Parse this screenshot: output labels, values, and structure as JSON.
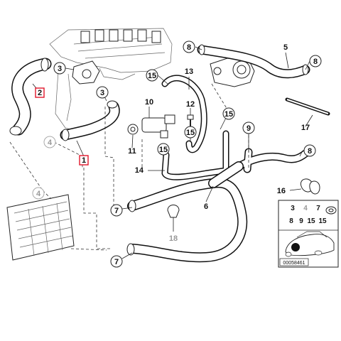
{
  "callouts": [
    {
      "id": "c8a",
      "label": "8"
    },
    {
      "id": "c5",
      "label": "5"
    },
    {
      "id": "c8b",
      "label": "8"
    },
    {
      "id": "c13",
      "label": "13"
    },
    {
      "id": "c15a",
      "label": "15"
    },
    {
      "id": "c3a",
      "label": "3"
    },
    {
      "id": "c3b",
      "label": "3"
    },
    {
      "id": "c2",
      "label": "2"
    },
    {
      "id": "c10",
      "label": "10"
    },
    {
      "id": "c12",
      "label": "12"
    },
    {
      "id": "c15b",
      "label": "15"
    },
    {
      "id": "c15c",
      "label": "15"
    },
    {
      "id": "c9",
      "label": "9"
    },
    {
      "id": "c17",
      "label": "17"
    },
    {
      "id": "c4a",
      "label": "4"
    },
    {
      "id": "c1",
      "label": "1"
    },
    {
      "id": "c11",
      "label": "11"
    },
    {
      "id": "c15d",
      "label": "15"
    },
    {
      "id": "c8c",
      "label": "8"
    },
    {
      "id": "c14",
      "label": "14"
    },
    {
      "id": "c4b",
      "label": "4"
    },
    {
      "id": "c16",
      "label": "16"
    },
    {
      "id": "c6",
      "label": "6"
    },
    {
      "id": "c7a",
      "label": "7"
    },
    {
      "id": "c18",
      "label": "18"
    },
    {
      "id": "c7b",
      "label": "7"
    }
  ],
  "legend": {
    "row1": [
      "3",
      "4",
      "7"
    ],
    "row2": [
      "8",
      "9",
      "15",
      "15"
    ],
    "diagram_id": "00058461"
  }
}
